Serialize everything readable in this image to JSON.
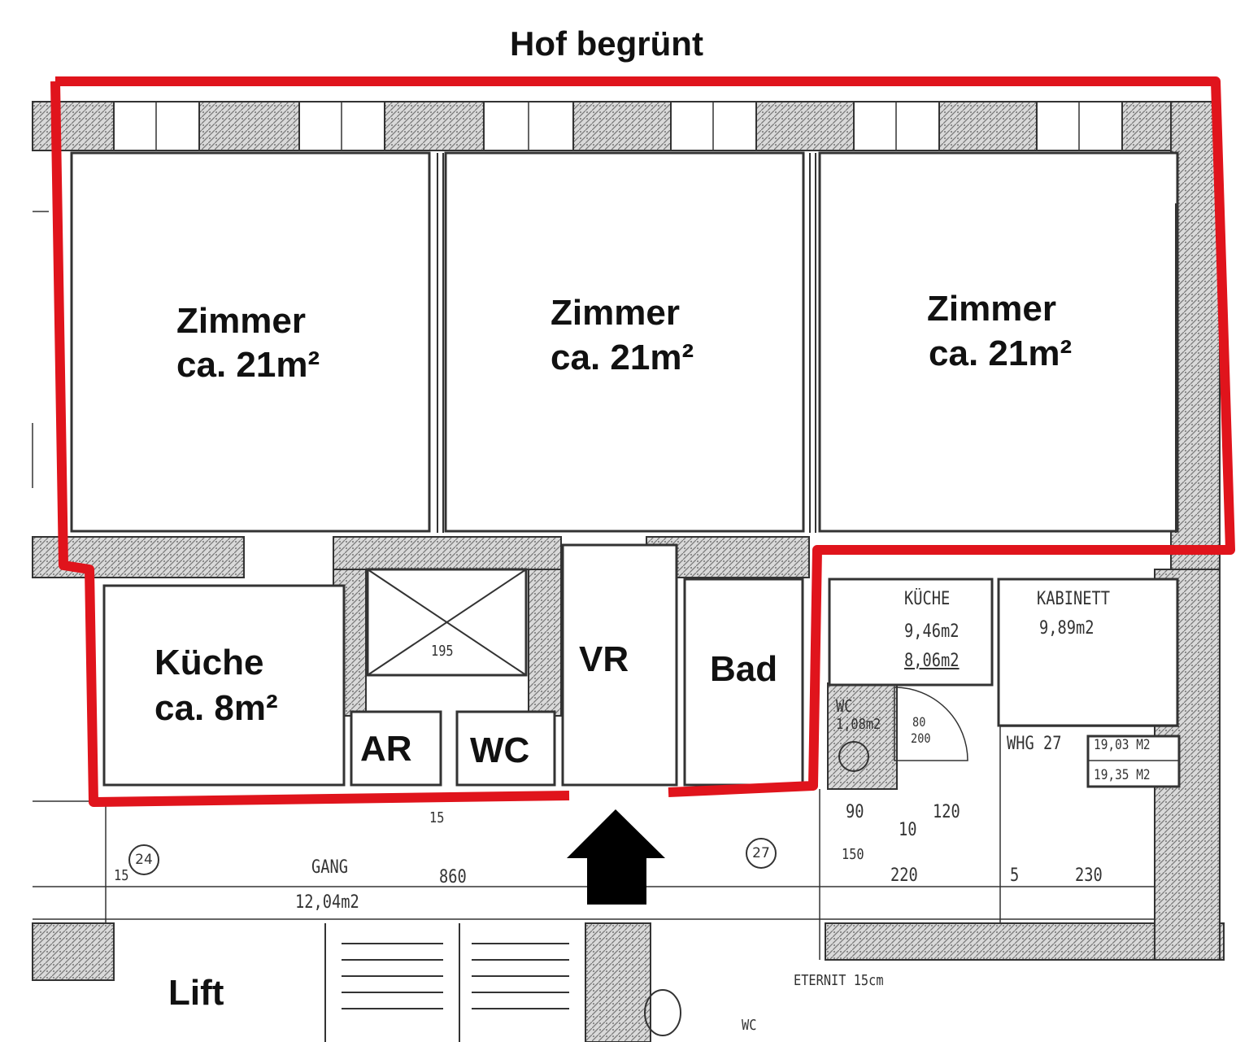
{
  "title": "Hof begrünt",
  "rooms": {
    "zimmer1": {
      "name": "Zimmer",
      "area": "ca. 21m²"
    },
    "zimmer2": {
      "name": "Zimmer",
      "area": "ca. 21m²"
    },
    "zimmer3": {
      "name": "Zimmer",
      "area": "ca. 21m²"
    },
    "kueche": {
      "name": "Küche",
      "area": "ca. 8m²"
    },
    "ar": "AR",
    "wc": "WC",
    "vr": "VR",
    "bad": "Bad"
  },
  "lift": "Lift",
  "plan_text": {
    "kueche_other": "KÜCHE",
    "kueche_other_area1": "9,46m2",
    "kueche_other_area2": "8,06m2",
    "kabinett": "KABINETT",
    "kabinett_area": "9,89m2",
    "wc_small": "WC",
    "wc_small_area": "1,08m2",
    "dim_80": "80",
    "dim_200": "200",
    "whg": "WHG 27",
    "whg_area1": "19,03 M2",
    "whg_area2": "19,35 M2",
    "gang": "GANG",
    "gang_length": "860",
    "gang_area": "12,04m2",
    "num_24": "24",
    "num_27": "27",
    "dim_15a": "15",
    "dim_15b": "15",
    "dim_90": "90",
    "dim_120": "120",
    "dim_10": "10",
    "dim_150": "150",
    "dim_220": "220",
    "dim_5": "5",
    "dim_230": "230",
    "dim_195": "195",
    "eternit": "ETERNIT 15cm",
    "wc_bottom": "WC"
  },
  "colors": {
    "outline": "#e0141c",
    "wall": "#333333",
    "arrow": "#000000"
  }
}
